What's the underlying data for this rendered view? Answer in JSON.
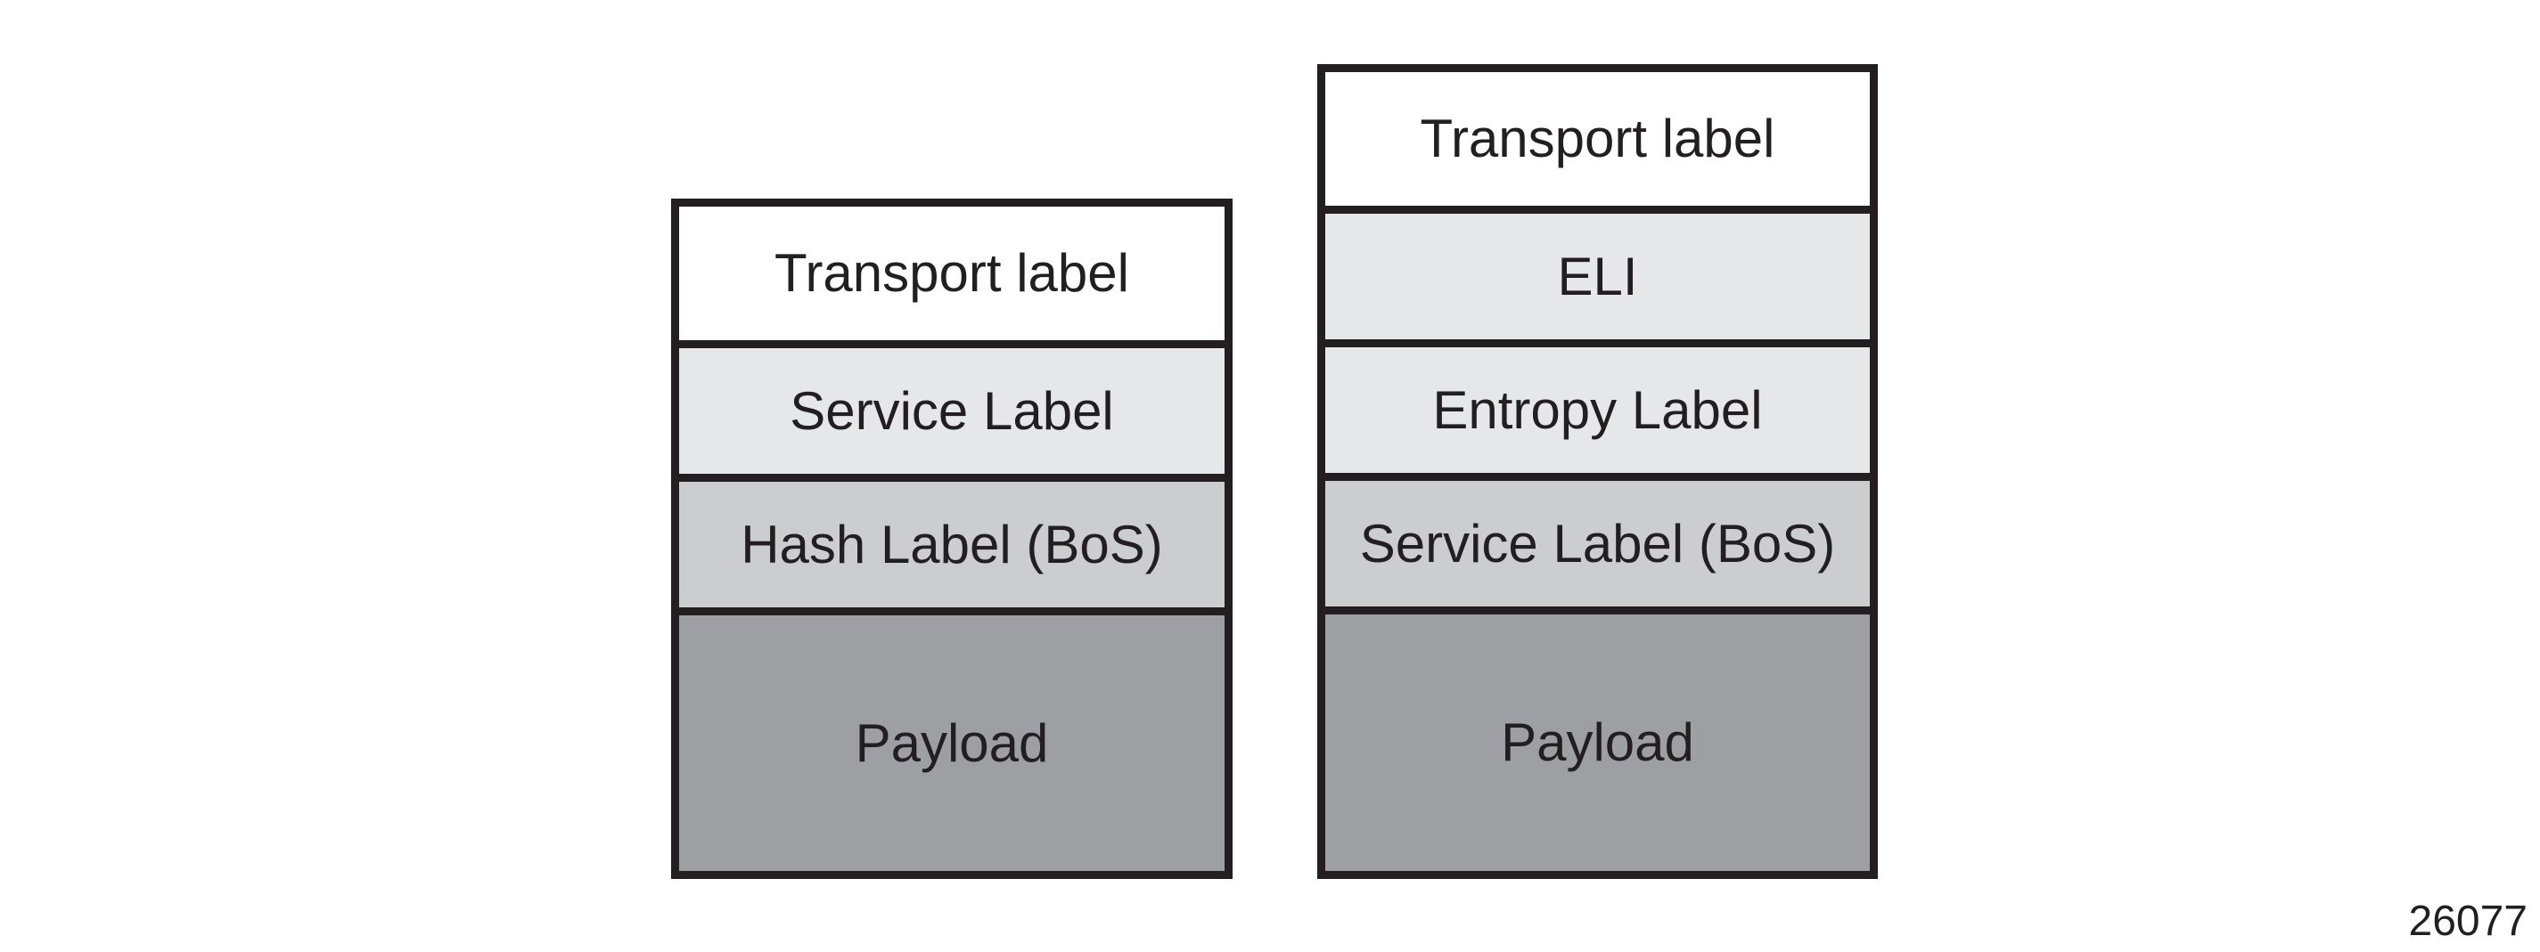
{
  "figure": {
    "caption": "26077",
    "colors": {
      "border": "#231f20",
      "text": "#231f20",
      "white": "#ffffff",
      "light_gray": "#e6e7e8",
      "medium_gray": "#cccdcf",
      "dark_gray": "#9d9fa2"
    },
    "stacks": [
      {
        "name": "hash-label-stack",
        "rows": [
          {
            "label": "Transport label",
            "fill": "#ffffff"
          },
          {
            "label": "Service Label",
            "fill": "#e6e7e8"
          },
          {
            "label": "Hash Label (BoS)",
            "fill": "#cccdcf"
          },
          {
            "label": "Payload",
            "fill": "#9d9fa2"
          }
        ]
      },
      {
        "name": "entropy-label-stack",
        "rows": [
          {
            "label": "Transport label",
            "fill": "#ffffff"
          },
          {
            "label": "ELI",
            "fill": "#e6e7e8"
          },
          {
            "label": "Entropy Label",
            "fill": "#e6e7e8"
          },
          {
            "label": "Service Label (BoS)",
            "fill": "#cccdcf"
          },
          {
            "label": "Payload",
            "fill": "#9d9fa2"
          }
        ]
      }
    ]
  }
}
